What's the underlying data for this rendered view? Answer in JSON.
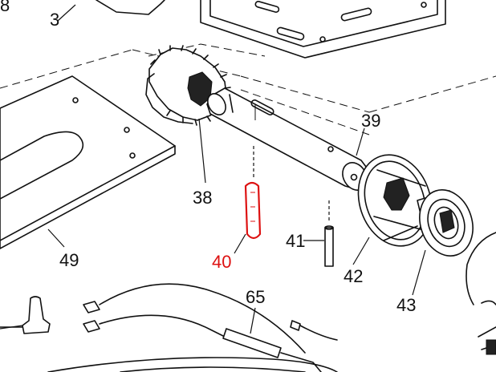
{
  "diagram": {
    "highlight_color": "#dd1111",
    "ink_color": "#111111",
    "callouts": {
      "p8": "8",
      "p3": "3",
      "p39": "39",
      "p38": "38",
      "p40": "40",
      "p41": "41",
      "p42": "42",
      "p43": "43",
      "p49": "49",
      "p65": "65"
    },
    "highlighted_part": "40"
  }
}
